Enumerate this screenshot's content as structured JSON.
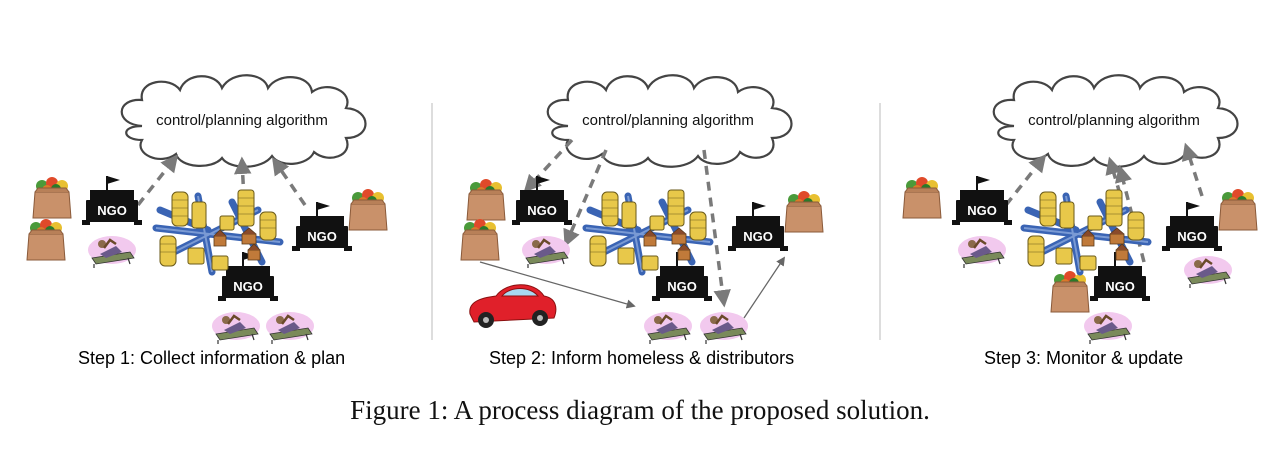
{
  "panels": [
    {
      "cloud_label": "control/planning algorithm",
      "step_label": "Step 1: Collect information & plan",
      "ngo_labels": [
        "NGO",
        "NGO",
        "NGO"
      ]
    },
    {
      "cloud_label": "control/planning algorithm",
      "step_label": "Step 2: Inform homeless & distributors",
      "ngo_labels": [
        "NGO",
        "NGO",
        "NGO"
      ]
    },
    {
      "cloud_label": "control/planning algorithm",
      "step_label": "Step 3: Monitor & update",
      "ngo_labels": [
        "NGO",
        "NGO",
        "NGO"
      ]
    }
  ],
  "caption": "Figure 1: A process diagram of the proposed solution.",
  "icons": [
    "cloud-icon",
    "ngo-building-icon",
    "grocery-bag-icon",
    "homeless-person-icon",
    "city-map-icon",
    "car-icon"
  ],
  "colors": {
    "arrow": "#7a7a7a",
    "car": "#e0202a",
    "person_halo": "#f2c9ee",
    "bag": "#c9916a",
    "building": "#e8c84a",
    "road": "#3a64b4"
  }
}
